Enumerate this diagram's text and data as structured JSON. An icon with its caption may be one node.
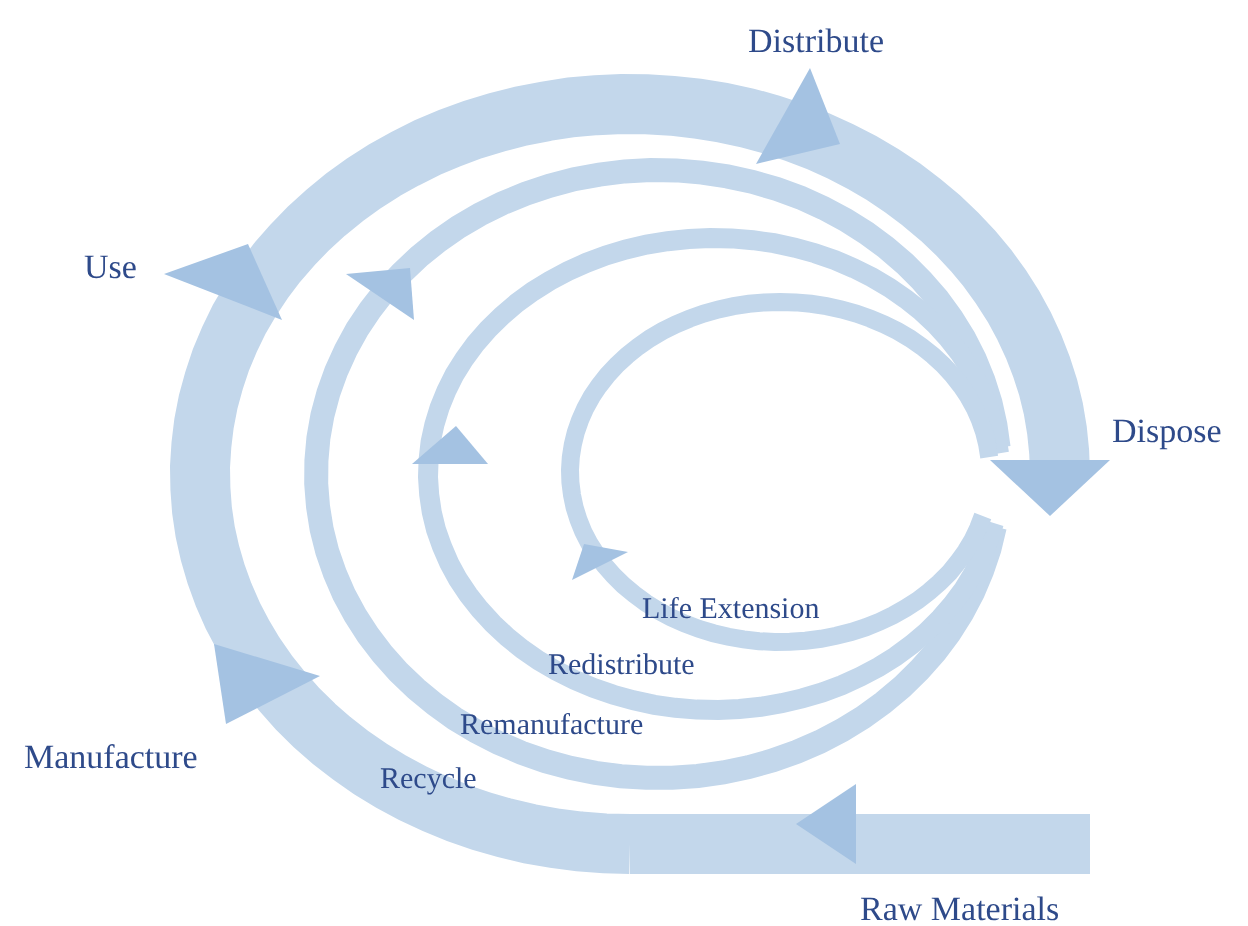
{
  "diagram": {
    "labels": [
      "Distribute",
      "Use",
      "Dispose",
      "Life Extension",
      "Redistribute",
      "Remanufacture",
      "Manufacture",
      "Recycle",
      "Raw Materials"
    ]
  }
}
